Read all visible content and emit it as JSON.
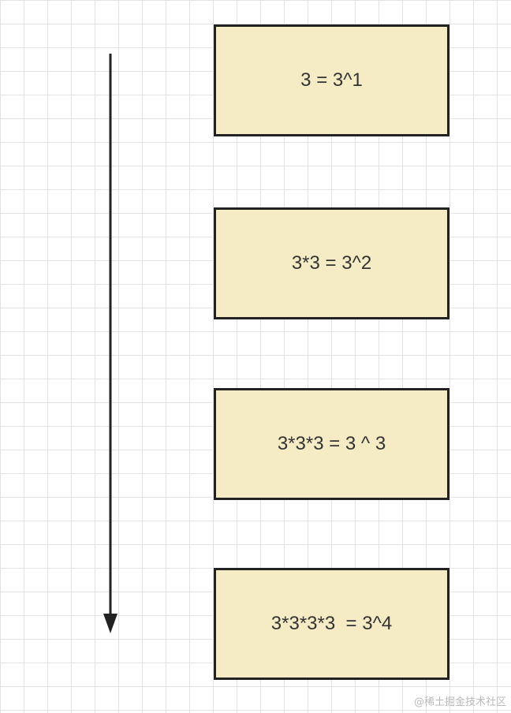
{
  "steps": [
    {
      "expression": "3 = 3^1"
    },
    {
      "expression": "3*3 = 3^2"
    },
    {
      "expression": "3*3*3 = 3 ^ 3"
    },
    {
      "expression": "3*3*3*3  = 3^4"
    }
  ],
  "watermark": "@稀土掘金技术社区",
  "colors": {
    "box_fill": "#f5ecc6",
    "box_border": "#222222",
    "arrow": "#222222",
    "grid": "#e3e3e3"
  }
}
